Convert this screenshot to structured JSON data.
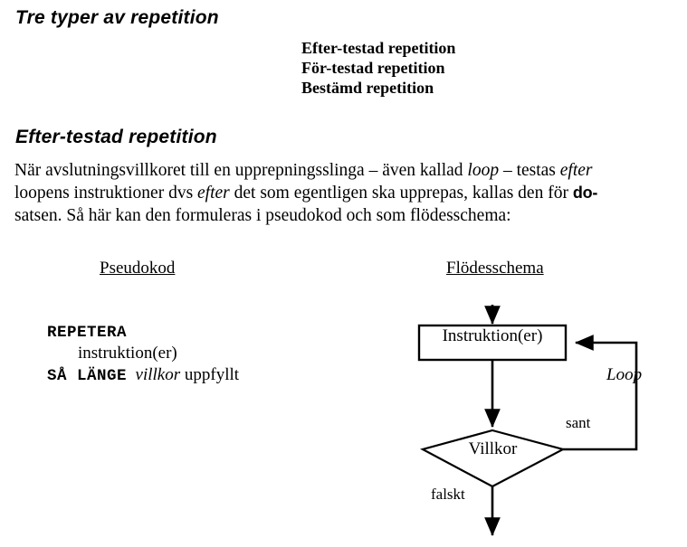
{
  "document": {
    "heading_main": "Tre typer av repetition",
    "heading_sub": "Efter-testad repetition",
    "types": [
      "Efter-testad repetition",
      "För-testad repetition",
      "Bestämd repetition"
    ],
    "paragraph": {
      "line1_part1": "När avslutningsvillkoret till en upprepningsslinga – även kallad ",
      "line1_italic1": "loop",
      "line1_part2": " – testas ",
      "line1_italic2": "efter",
      "line2_part1": "loopens instruktioner dvs ",
      "line2_italic1": "efter",
      "line2_part2": " det som egentligen ska upprepas, kallas den för ",
      "line2_code": "do-",
      "line3": "satsen. Så här kan den formuleras i pseudokod och som flödesschema:"
    },
    "columns": {
      "pseudocode_title": "Pseudokod",
      "flowchart_title": "Flödesschema"
    },
    "pseudocode": {
      "keyword_repeat": "REPETERA",
      "instruction": "instruktion(er)",
      "keyword_while": "SÅ LÄNGE",
      "condition": "villkor",
      "condition_suffix": " uppfyllt"
    },
    "flowchart": {
      "box_label": "Instruktion(er)",
      "diamond_label": "Villkor",
      "loop_label": "Loop",
      "true_label": "sant",
      "false_label": "falskt"
    }
  },
  "colors": {
    "ink": "#000000",
    "background": "#ffffff"
  }
}
